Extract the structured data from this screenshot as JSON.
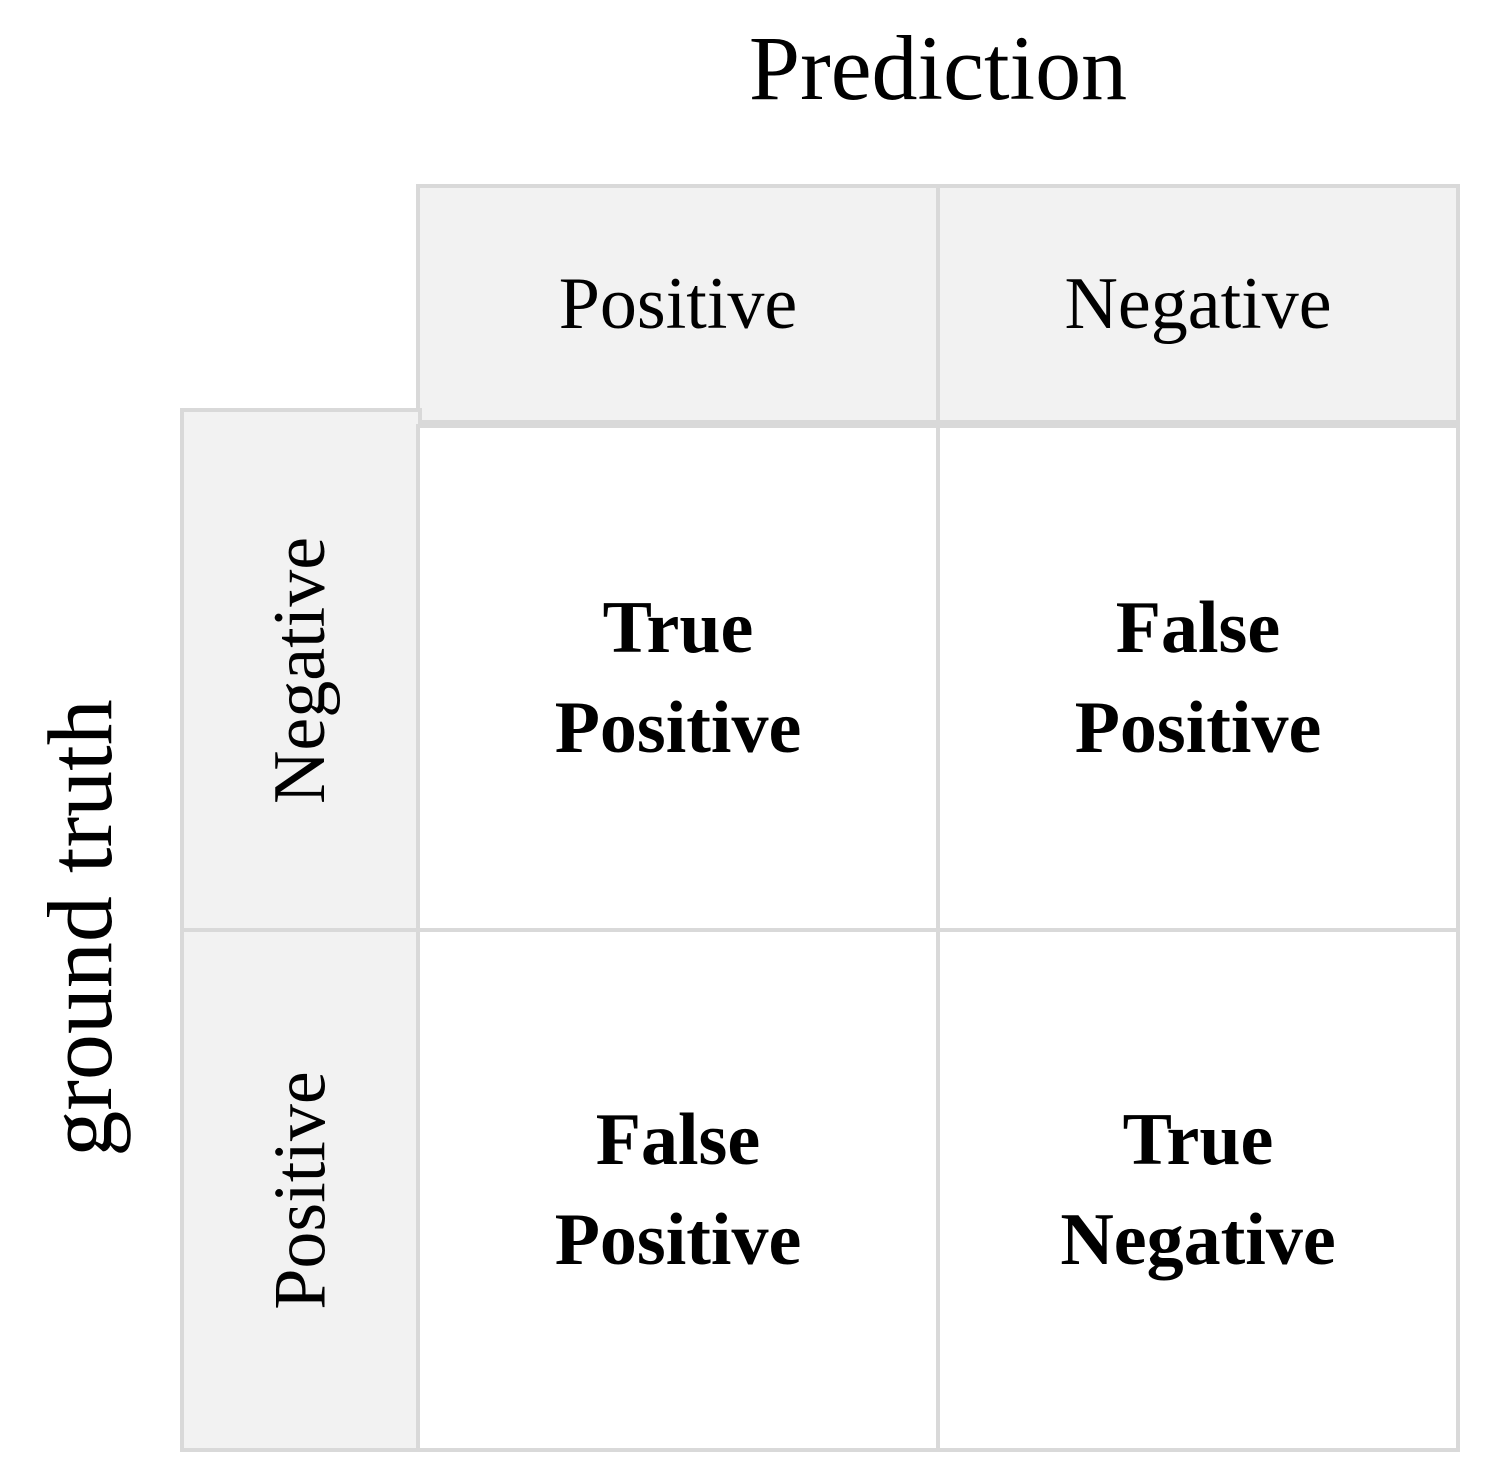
{
  "prediction_title": "Prediction",
  "ground_truth_title": "ground truth",
  "columns": [
    "Positive",
    "Negative"
  ],
  "rows": [
    "Negative",
    "Positive"
  ],
  "cells": [
    [
      {
        "line1": "True",
        "line2": "Positive"
      },
      {
        "line1": "False",
        "line2": "Positive"
      }
    ],
    [
      {
        "line1": "False",
        "line2": "Positive"
      },
      {
        "line1": "True",
        "line2": "Negative"
      }
    ]
  ],
  "colors": {
    "header_fill": "#f2f2f2",
    "grid_line": "#d9d9d9",
    "cell_fill": "#ffffff",
    "text": "#000000"
  }
}
